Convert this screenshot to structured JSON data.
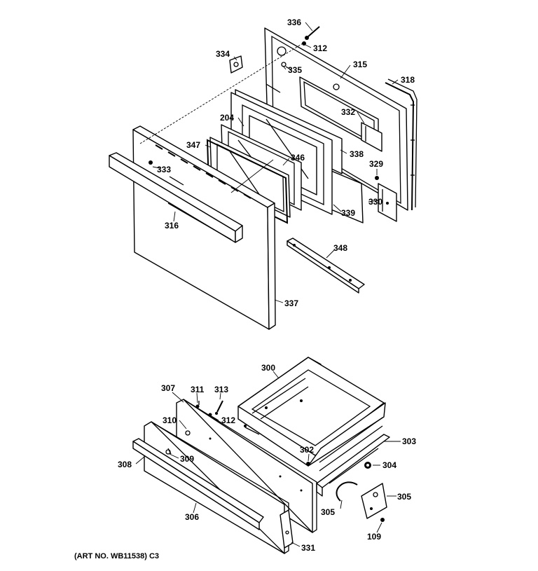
{
  "callouts": {
    "c336": "336",
    "c312a": "312",
    "c334": "334",
    "c335": "335",
    "c315": "315",
    "c318": "318",
    "c332": "332",
    "c204": "204",
    "c338": "338",
    "c347": "347",
    "c346": "346",
    "c333": "333",
    "c329": "329",
    "c330": "330",
    "c339": "339",
    "c316": "316",
    "c348": "348",
    "c337": "337",
    "c300": "300",
    "c307": "307",
    "c311": "311",
    "c313": "313",
    "c310": "310",
    "c312b": "312",
    "c303": "303",
    "c302": "302",
    "c304": "304",
    "c308": "308",
    "c309": "309",
    "c305a": "305",
    "c305b": "305",
    "c306": "306",
    "c109": "109",
    "c331": "331"
  },
  "art_number": "(ART NO. WB11538) C3"
}
